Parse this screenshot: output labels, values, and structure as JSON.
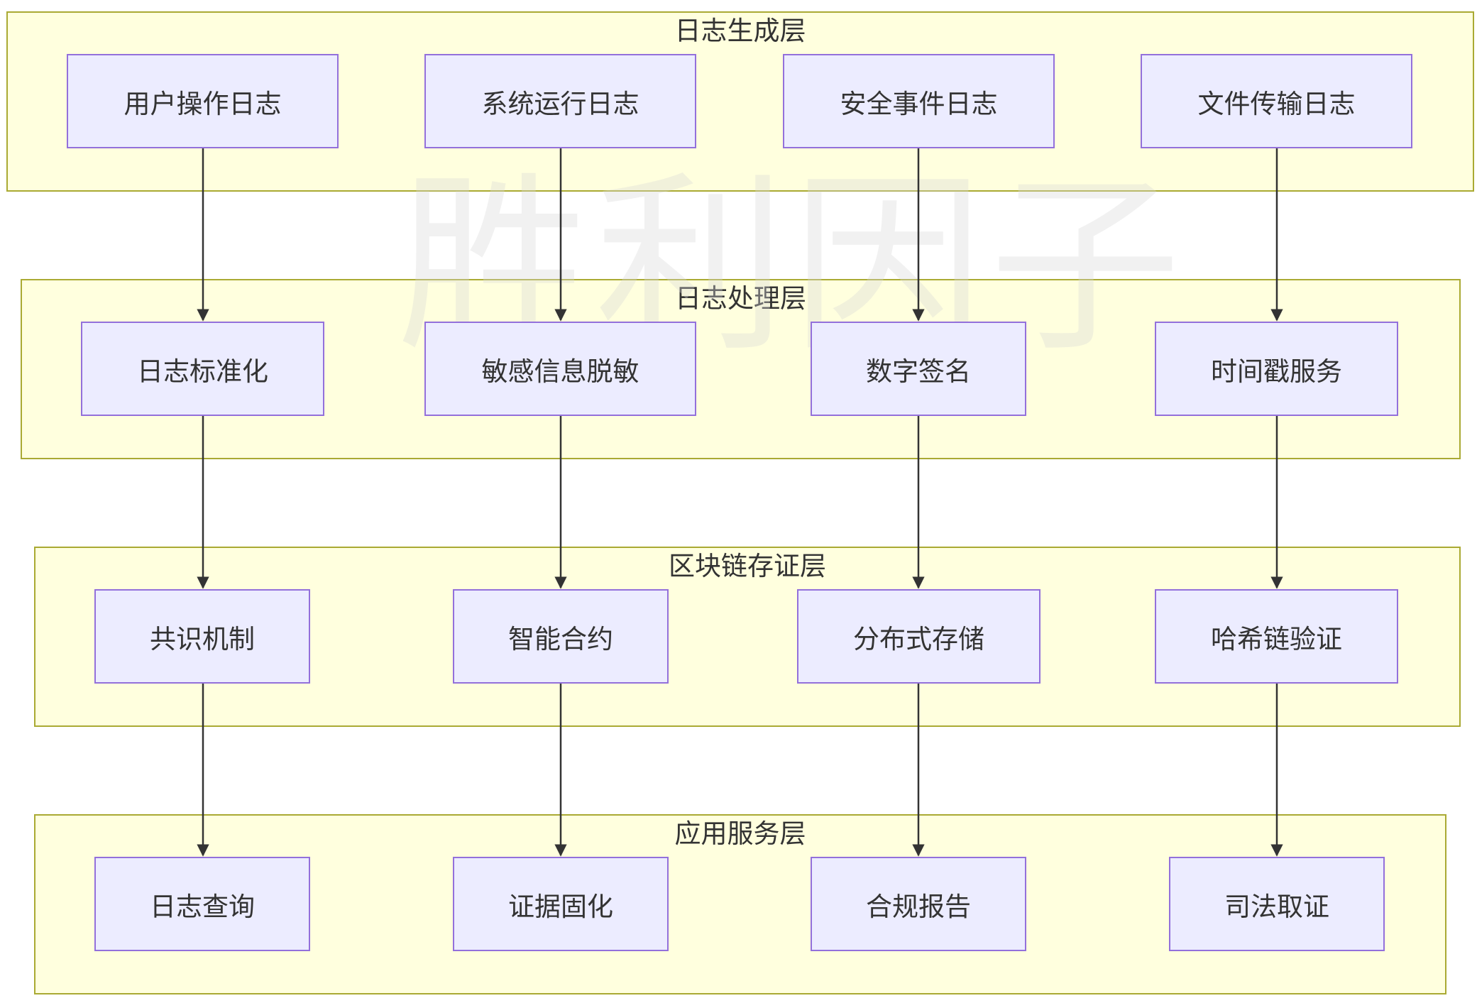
{
  "watermark": "胜利因子",
  "layers": [
    {
      "title": "日志生成层",
      "nodes": [
        "用户操作日志",
        "系统运行日志",
        "安全事件日志",
        "文件传输日志"
      ]
    },
    {
      "title": "日志处理层",
      "nodes": [
        "日志标准化",
        "敏感信息脱敏",
        "数字签名",
        "时间戳服务"
      ]
    },
    {
      "title": "区块链存证层",
      "nodes": [
        "共识机制",
        "智能合约",
        "分布式存储",
        "哈希链验证"
      ]
    },
    {
      "title": "应用服务层",
      "nodes": [
        "日志查询",
        "证据固化",
        "合规报告",
        "司法取证"
      ]
    }
  ],
  "colors": {
    "layer_fill": "#ffffde",
    "layer_border": "#aaaa33",
    "node_fill": "#ececff",
    "node_border": "#9370db",
    "edge": "#333333"
  }
}
